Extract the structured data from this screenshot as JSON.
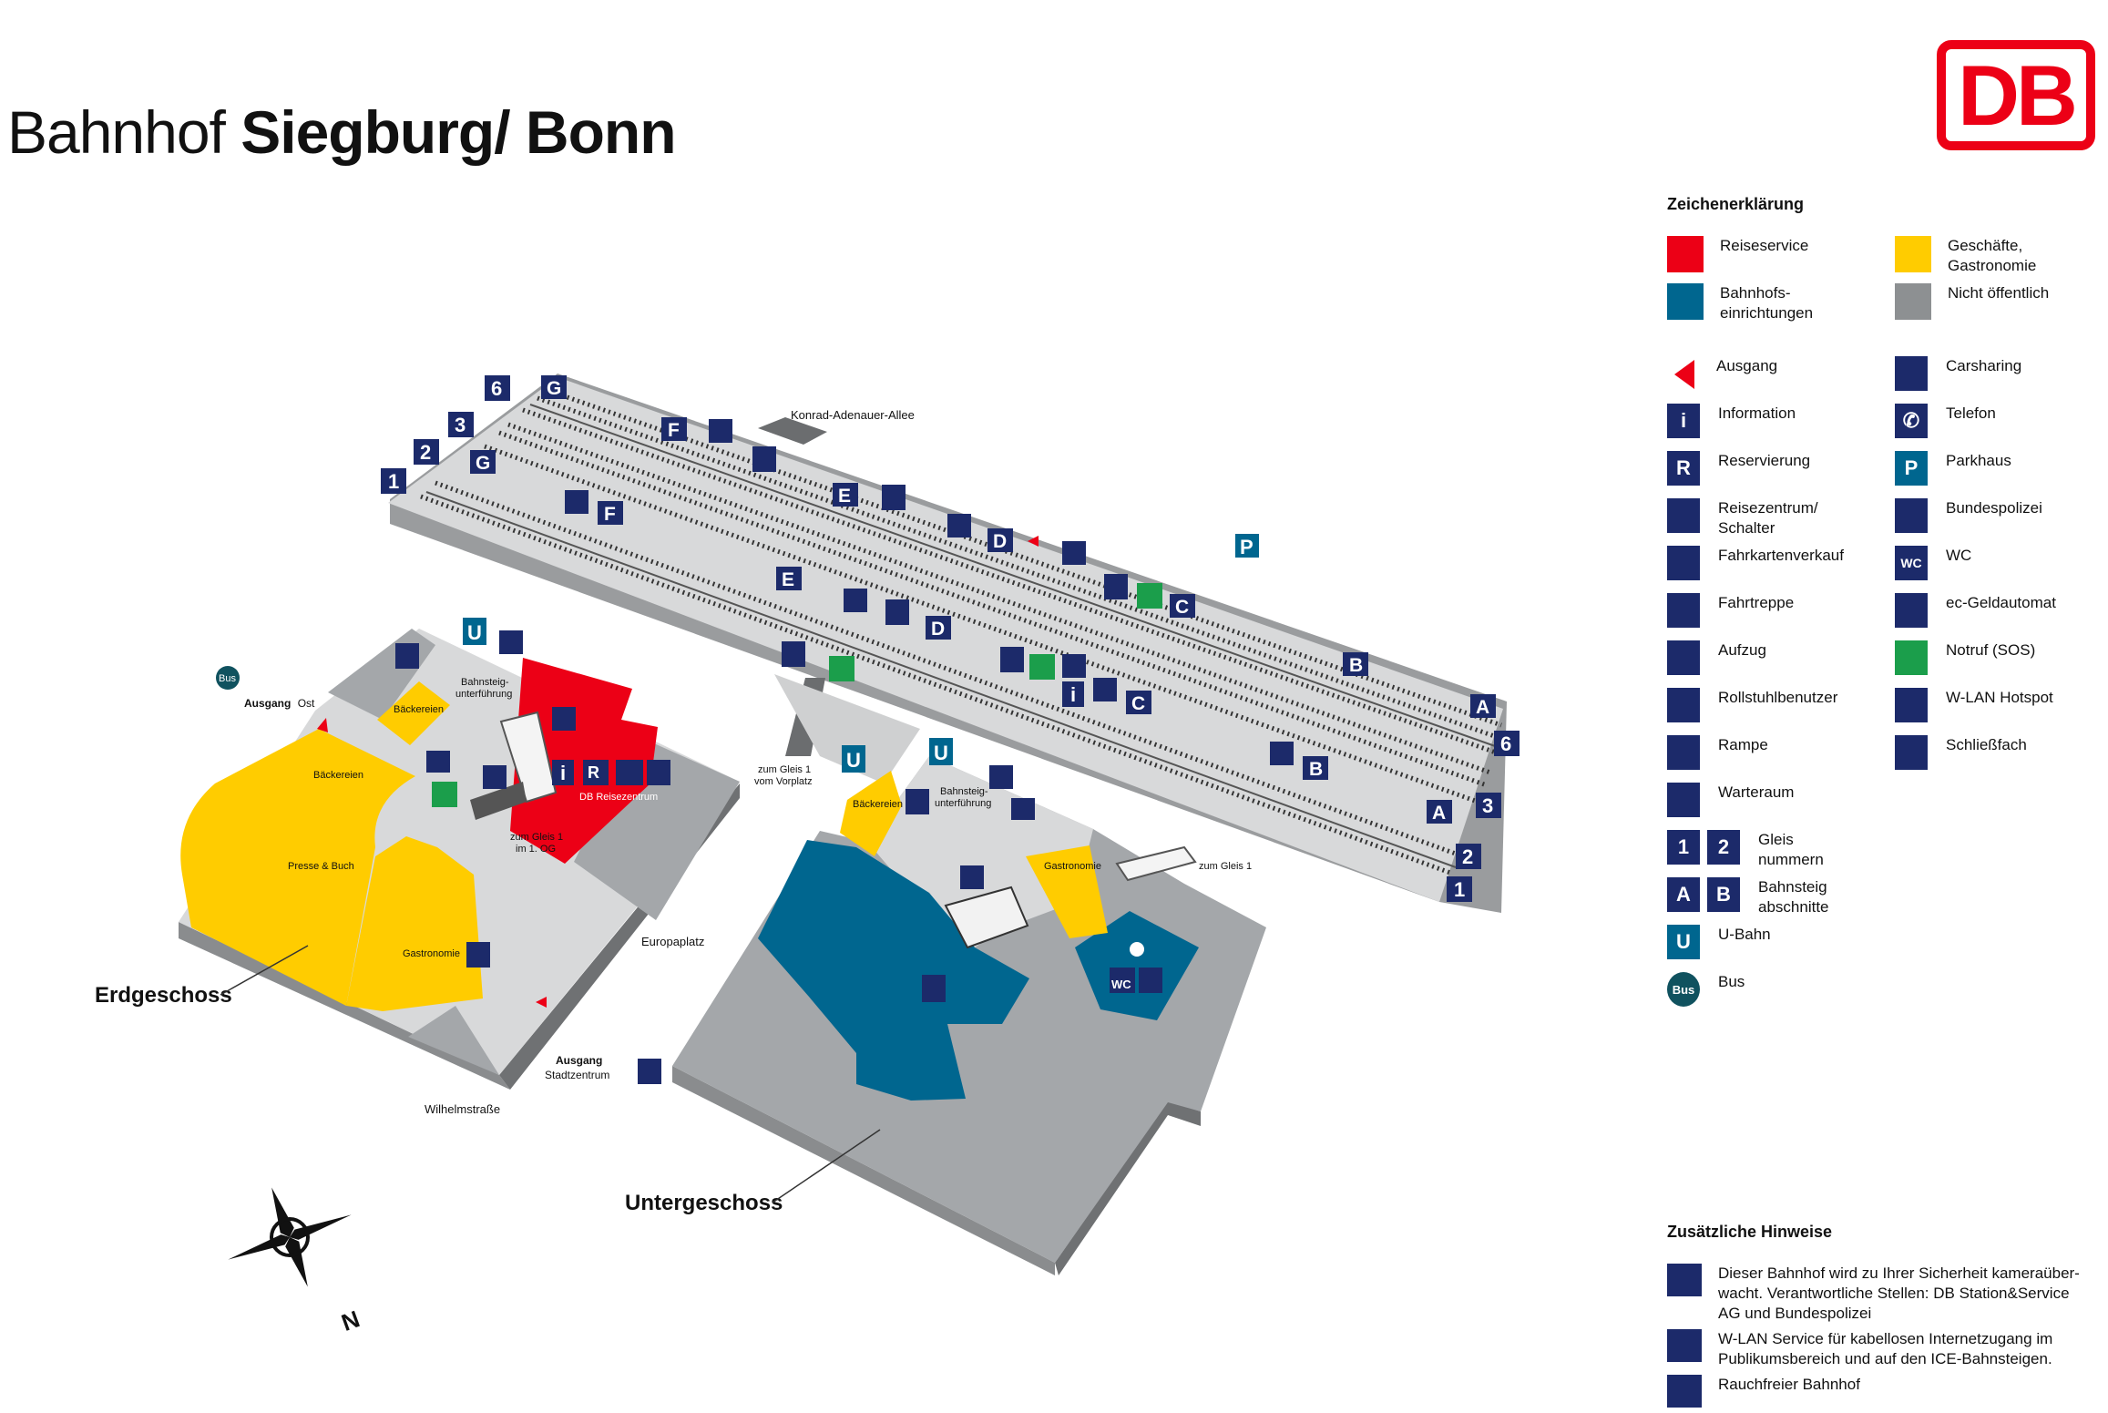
{
  "title": {
    "prefix": "Bahnhof",
    "name": "Siegburg/ Bonn"
  },
  "logo": {
    "text": "DB",
    "color": "#ec0016"
  },
  "colors": {
    "reiseservice": "#ec0016",
    "bahnhofseinrichtungen": "#00668f",
    "geschaefte": "#ffcc00",
    "nicht_oeffentlich": "#a4a7aa",
    "floor": "#d8d9da",
    "icon": "#1c2a6a",
    "notruf": "#1b9e4b"
  },
  "map": {
    "streets": {
      "konrad": "Konrad-Adenauer-Allee",
      "europaplatz": "Europaplatz",
      "wilhelm": "Wilhelmstraße"
    },
    "levels": {
      "erdgeschoss": "Erdgeschoss",
      "untergeschoss": "Untergeschoss"
    },
    "exits": {
      "ost_bold": "Ausgang",
      "ost_rest": "Ost",
      "stadt_bold": "Ausgang",
      "stadt_rest": "Stadtzentrum"
    },
    "areas": {
      "baeckereien_1": "Bäckereien",
      "baeckereien_2": "Bäckereien",
      "baeckereien_3": "Bäckereien",
      "presse": "Presse & Buch",
      "gastronomie_1": "Gastronomie",
      "gastronomie_2": "Gastronomie",
      "reisezentrum": "DB Reisezentrum"
    },
    "notes": {
      "unterfuehrung_1a": "Bahnsteig-",
      "unterfuehrung_1b": "unterführung",
      "unterfuehrung_2a": "Bahnsteig-",
      "unterfuehrung_2b": "unterführung",
      "gleis1_og_a": "zum Gleis 1",
      "gleis1_og_b": "im 1. OG",
      "gleis1_vor_a": "zum Gleis 1",
      "gleis1_vor_b": "vom Vorplatz",
      "gleis1": "zum Gleis 1",
      "bus": "Bus"
    },
    "tracks": {
      "t1": "1",
      "t2": "2",
      "t3": "3",
      "t6": "6"
    },
    "sections": {
      "a": "A",
      "b": "B",
      "c": "C",
      "d": "D",
      "e": "E",
      "f": "F",
      "g": "G"
    },
    "compass": "N",
    "icons": {
      "u": "U",
      "info": "i",
      "reservation": "R",
      "parking": "P",
      "wc": "WC"
    }
  },
  "legend": {
    "heading": "Zeichenerklärung",
    "items": [
      {
        "label": "Reiseservice",
        "kind": "swatch",
        "color": "#ec0016"
      },
      {
        "label": "Geschäfte,\nGastronomie",
        "kind": "swatch",
        "color": "#ffcc00"
      },
      {
        "label": "Bahnhofs-\neinrichtungen",
        "kind": "swatch",
        "color": "#00668f"
      },
      {
        "label": "Nicht öffentlich",
        "kind": "swatch",
        "color": "#8d9092"
      },
      {
        "label": "Ausgang",
        "kind": "exit-icon"
      },
      {
        "label": "Carsharing",
        "kind": "carsharing-icon"
      },
      {
        "label": "Information",
        "kind": "info-icon",
        "glyph": "i"
      },
      {
        "label": "Telefon",
        "kind": "phone-icon",
        "glyph": "✆"
      },
      {
        "label": "Reservierung",
        "kind": "reservation-icon",
        "glyph": "R"
      },
      {
        "label": "Parkhaus",
        "kind": "parking-icon",
        "glyph": "P"
      },
      {
        "label": "Reisezentrum/\nSchalter",
        "kind": "travel-center-icon"
      },
      {
        "label": "Bundespolizei",
        "kind": "police-icon"
      },
      {
        "label": "Fahrkartenverkauf",
        "kind": "ticket-icon"
      },
      {
        "label": "WC",
        "kind": "wc-icon",
        "glyph": "WC"
      },
      {
        "label": "Fahrtreppe",
        "kind": "escalator-icon"
      },
      {
        "label": "ec-Geldautomat",
        "kind": "atm-icon"
      },
      {
        "label": "Aufzug",
        "kind": "elevator-icon"
      },
      {
        "label": "Notruf (SOS)",
        "kind": "sos-icon"
      },
      {
        "label": "Rollstuhlbenutzer",
        "kind": "wheelchair-icon"
      },
      {
        "label": "W-LAN Hotspot",
        "kind": "wifi-icon"
      },
      {
        "label": "Rampe",
        "kind": "ramp-icon"
      },
      {
        "label": "Schließfach",
        "kind": "locker-icon"
      },
      {
        "label": "Warteraum",
        "kind": "waiting-room-icon"
      },
      {
        "label": "Gleis\nnummern",
        "kind": "track-number-icon",
        "glyph": "1",
        "glyph2": "2"
      },
      {
        "label": "Bahnsteig\nabschnitte",
        "kind": "section-icon",
        "glyph": "A",
        "glyph2": "B"
      },
      {
        "label": "U-Bahn",
        "kind": "subway-icon",
        "glyph": "U"
      },
      {
        "label": "Bus",
        "kind": "bus-icon",
        "glyph": "Bus"
      }
    ]
  },
  "notes": {
    "heading": "Zusätzliche Hinweise",
    "items": [
      {
        "icon": "camera-icon",
        "text": "Dieser Bahnhof wird zu Ihrer Sicherheit kameraüber-wacht. Verantwortliche Stellen: DB Station&Service AG und Bundespolizei"
      },
      {
        "icon": "wlan-service-icon",
        "text": "W-LAN Service für kabellosen Internetzugang im Publikumsbereich und auf den ICE-Bahnsteigen."
      },
      {
        "icon": "no-smoking-icon",
        "text": "Rauchfreier Bahnhof"
      }
    ]
  }
}
